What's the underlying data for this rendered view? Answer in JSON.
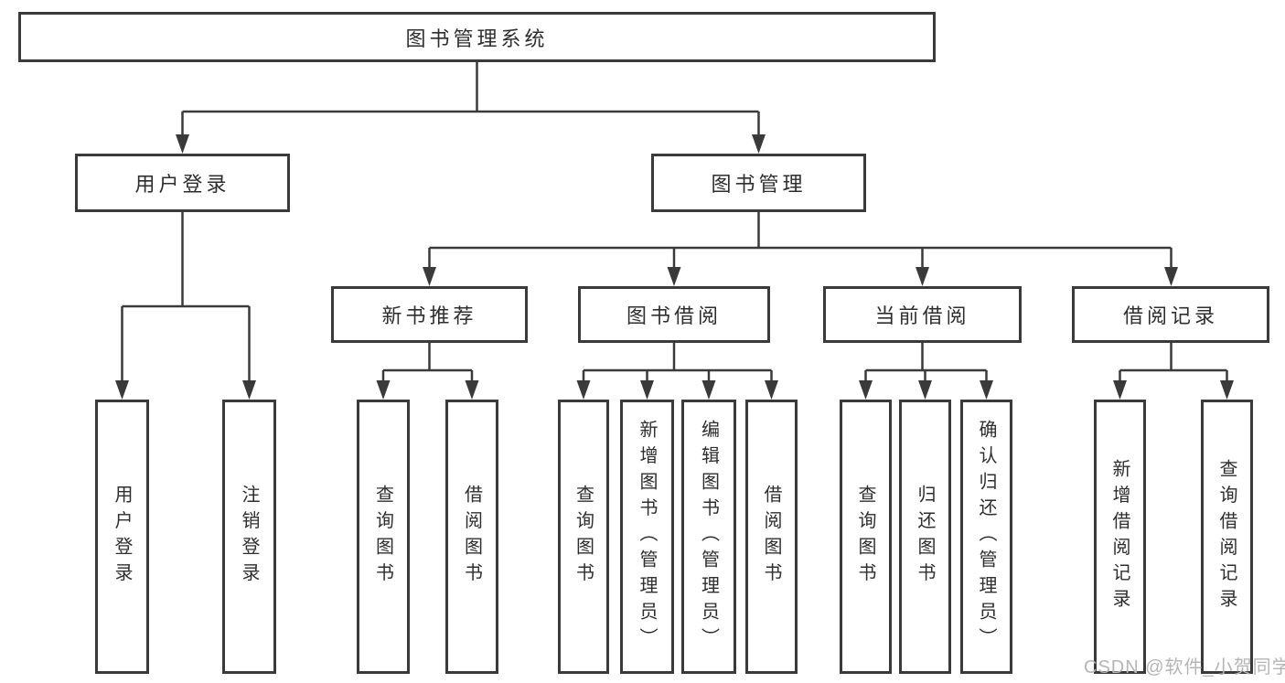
{
  "diagram": {
    "root": {
      "label": "图书管理系统"
    },
    "level2": [
      {
        "id": "user-login",
        "label": "用户登录"
      },
      {
        "id": "book-management",
        "label": "图书管理"
      }
    ],
    "level3": [
      {
        "id": "new-book-recommend",
        "label": "新书推荐"
      },
      {
        "id": "book-borrowing",
        "label": "图书借阅"
      },
      {
        "id": "current-borrowing",
        "label": "当前借阅"
      },
      {
        "id": "borrowing-records",
        "label": "借阅记录"
      }
    ],
    "leaves": {
      "user_login": [
        "用户登录",
        "注销登录"
      ],
      "new_book_recommend": [
        "查询图书",
        "借阅图书"
      ],
      "book_borrowing": [
        "查询图书",
        "新增图书（管理员）",
        "编辑图书（管理员）",
        "借阅图书"
      ],
      "current_borrowing": [
        "查询图书",
        "归还图书",
        "确认归还（管理员）"
      ],
      "borrowing_records": [
        "新增借阅记录",
        "查询借阅记录"
      ]
    }
  },
  "watermark": {
    "text": "CSDN @软件_小贺同学"
  },
  "colors": {
    "line": "#3a3a3a",
    "text": "#2e2e2e",
    "watermark": "#b5b5b5",
    "background": "#ffffff"
  }
}
